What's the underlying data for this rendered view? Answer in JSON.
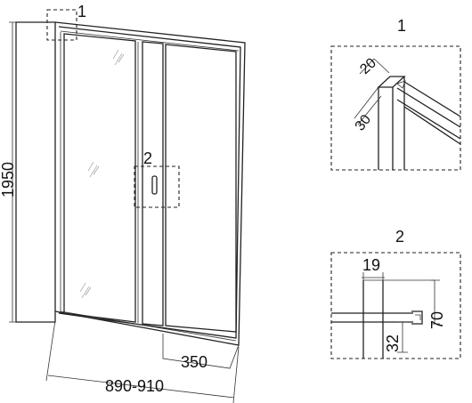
{
  "drawing": {
    "height_dim": "1950",
    "width_dim": "890-910",
    "opening_dim": "350",
    "callout_top": "1",
    "callout_handle": "2"
  },
  "detail1": {
    "title": "1",
    "dim_a": "20",
    "dim_b": "30"
  },
  "detail2": {
    "title": "2",
    "dim_width": "19",
    "dim_height": "70",
    "dim_offset": "32"
  }
}
